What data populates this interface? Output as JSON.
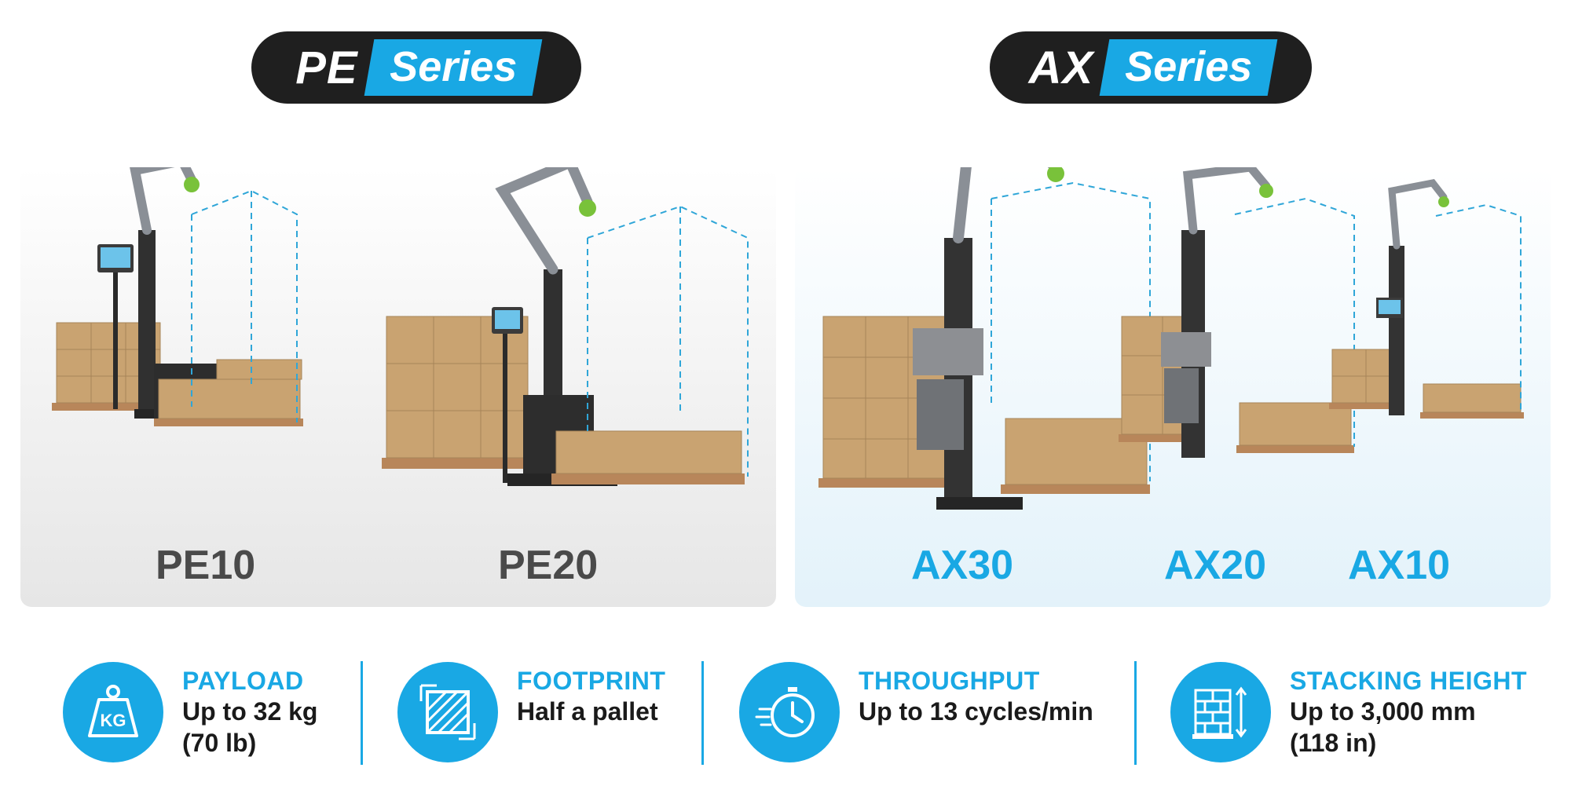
{
  "badges": {
    "pe": {
      "code": "PE",
      "series": "Series"
    },
    "ax": {
      "code": "AX",
      "series": "Series"
    }
  },
  "models": {
    "pe10": "PE10",
    "pe20": "PE20",
    "ax30": "AX30",
    "ax20": "AX20",
    "ax10": "AX10"
  },
  "features": [
    {
      "icon": "kg-weight-icon",
      "title": "PAYLOAD",
      "line1": "Up to 32 kg",
      "line2": "(70 lb)"
    },
    {
      "icon": "footprint-icon",
      "title": "FOOTPRINT",
      "line1": "Half a pallet",
      "line2": ""
    },
    {
      "icon": "stopwatch-icon",
      "title": "THROUGHPUT",
      "line1": "Up to 13 cycles/min",
      "line2": ""
    },
    {
      "icon": "brick-wall-height-icon",
      "title": "STACKING HEIGHT",
      "line1": "Up to 3,000 mm",
      "line2": "(118 in)"
    }
  ],
  "colors": {
    "accent": "#19a8e4",
    "badge_bg": "#1f1f1f",
    "pe_model_text": "#4a4a4a",
    "ax_model_text": "#19a8e4",
    "box": "#c9a371",
    "pallet": "#b8865a"
  }
}
